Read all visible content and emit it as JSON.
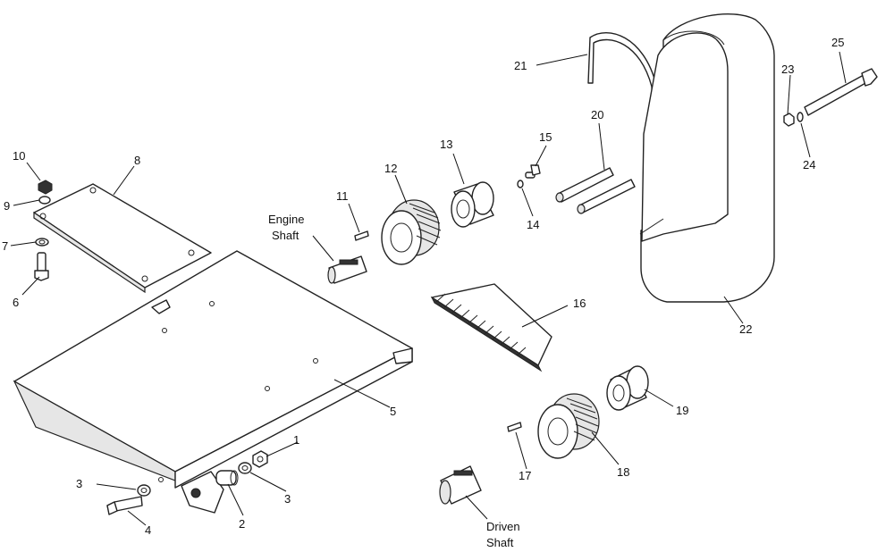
{
  "callouts": {
    "c1": "1",
    "c2": "2",
    "c3a": "3",
    "c3b": "3",
    "c4": "4",
    "c5": "5",
    "c6": "6",
    "c7": "7",
    "c8": "8",
    "c9": "9",
    "c10": "10",
    "c11": "11",
    "c12": "12",
    "c13": "13",
    "c14": "14",
    "c15": "15",
    "c16": "16",
    "c17": "17",
    "c18": "18",
    "c19": "19",
    "c20": "20",
    "c21": "21",
    "c22": "22",
    "c23": "23",
    "c24": "24",
    "c25": "25"
  },
  "labels": {
    "engine_shaft_line1": "Engine",
    "engine_shaft_line2": "Shaft",
    "driven_shaft_line1": "Driven",
    "driven_shaft_line2": "Shaft"
  }
}
